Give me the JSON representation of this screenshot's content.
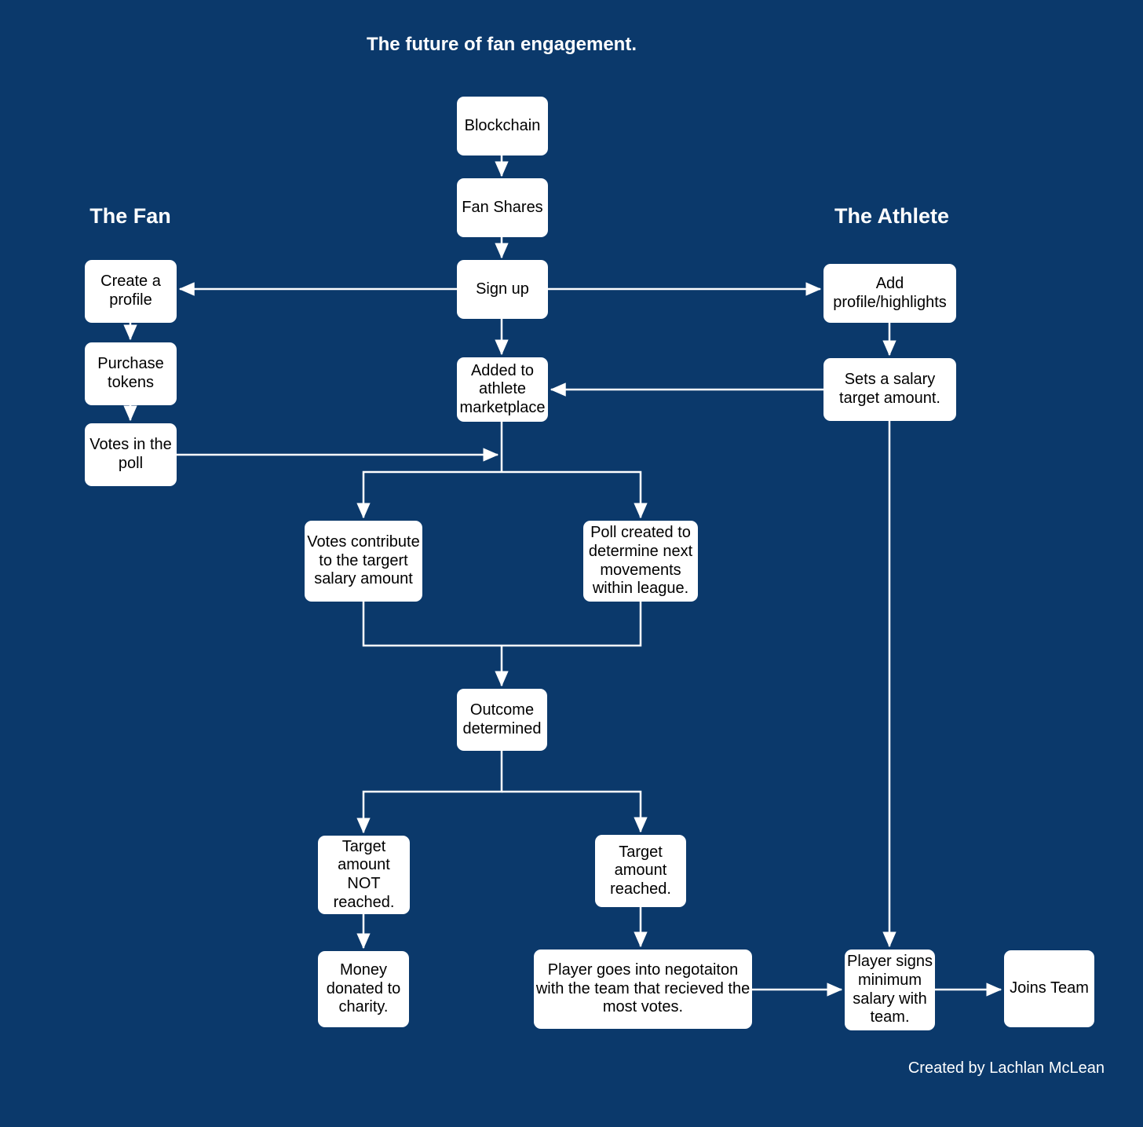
{
  "title": "The future of fan engagement.",
  "credit": "Created by Lachlan McLean",
  "lanes": {
    "fan": "The Fan",
    "athlete": "The Athlete"
  },
  "colors": {
    "background": "#0b396b",
    "node_fill": "#ffffff",
    "node_text": "#000000",
    "line": "#ffffff",
    "heading_text": "#ffffff"
  },
  "nodes": [
    {
      "id": "blockchain",
      "label": "Blockchain"
    },
    {
      "id": "fan-shares",
      "label": "Fan Shares"
    },
    {
      "id": "sign-up",
      "label": "Sign up"
    },
    {
      "id": "marketplace",
      "label": "Added to athlete marketplace"
    },
    {
      "id": "create-profile",
      "label": "Create a profile"
    },
    {
      "id": "purchase-tokens",
      "label": "Purchase tokens"
    },
    {
      "id": "votes-poll",
      "label": "Votes in the poll"
    },
    {
      "id": "add-profile",
      "label": "Add profile/highlights"
    },
    {
      "id": "sets-salary",
      "label": "Sets a salary target amount."
    },
    {
      "id": "votes-contribute",
      "label": "Votes contribute to the targert salary amount"
    },
    {
      "id": "poll-created",
      "label": "Poll created to determine next movements within league."
    },
    {
      "id": "outcome",
      "label": "Outcome determined"
    },
    {
      "id": "target-not",
      "label": "Target amount NOT reached."
    },
    {
      "id": "target-reached",
      "label": "Target amount reached."
    },
    {
      "id": "money-charity",
      "label": "Money donated to charity."
    },
    {
      "id": "negotiation",
      "label": "Player goes into negotaiton with the team that recieved the most votes."
    },
    {
      "id": "player-signs",
      "label": "Player signs minimum salary with team."
    },
    {
      "id": "joins-team",
      "label": "Joins Team"
    }
  ],
  "edges": [
    {
      "from": "blockchain",
      "to": "fan-shares"
    },
    {
      "from": "fan-shares",
      "to": "sign-up"
    },
    {
      "from": "sign-up",
      "to": "create-profile"
    },
    {
      "from": "sign-up",
      "to": "add-profile"
    },
    {
      "from": "sign-up",
      "to": "marketplace"
    },
    {
      "from": "create-profile",
      "to": "purchase-tokens"
    },
    {
      "from": "purchase-tokens",
      "to": "votes-poll"
    },
    {
      "from": "add-profile",
      "to": "sets-salary"
    },
    {
      "from": "sets-salary",
      "to": "marketplace"
    },
    {
      "from": "votes-poll",
      "to": "marketplace"
    },
    {
      "from": "marketplace",
      "to": "votes-contribute"
    },
    {
      "from": "marketplace",
      "to": "poll-created"
    },
    {
      "from": "votes-contribute",
      "to": "outcome"
    },
    {
      "from": "poll-created",
      "to": "outcome"
    },
    {
      "from": "outcome",
      "to": "target-not"
    },
    {
      "from": "outcome",
      "to": "target-reached"
    },
    {
      "from": "target-not",
      "to": "money-charity"
    },
    {
      "from": "target-reached",
      "to": "negotiation"
    },
    {
      "from": "sets-salary",
      "to": "player-signs"
    },
    {
      "from": "negotiation",
      "to": "player-signs"
    },
    {
      "from": "player-signs",
      "to": "joins-team"
    }
  ]
}
